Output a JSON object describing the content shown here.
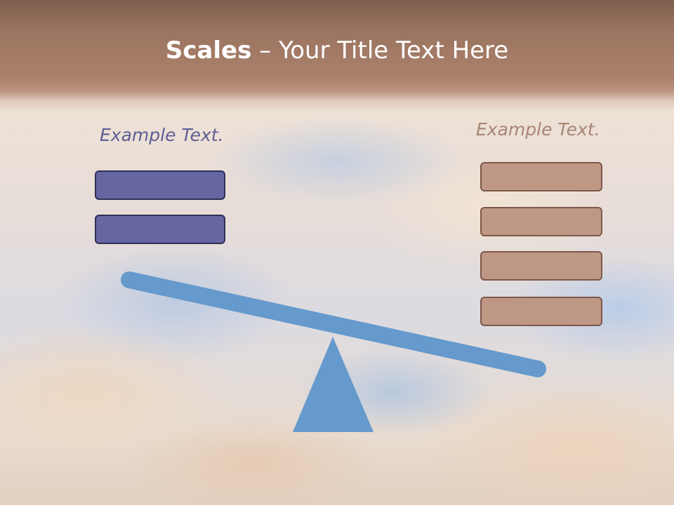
{
  "slide": {
    "title_bold": "Scales",
    "title_rest": " – Your Title Text Here",
    "left_caption": "Example Text.",
    "right_caption": "Example Text.",
    "left_boxes": 2,
    "right_boxes": 4
  },
  "colors": {
    "beam": "#6699cc",
    "left_box_fill": "#6666a3",
    "right_box_fill": "#bf9785",
    "left_caption": "#5e5e94",
    "right_caption": "#a88574"
  }
}
